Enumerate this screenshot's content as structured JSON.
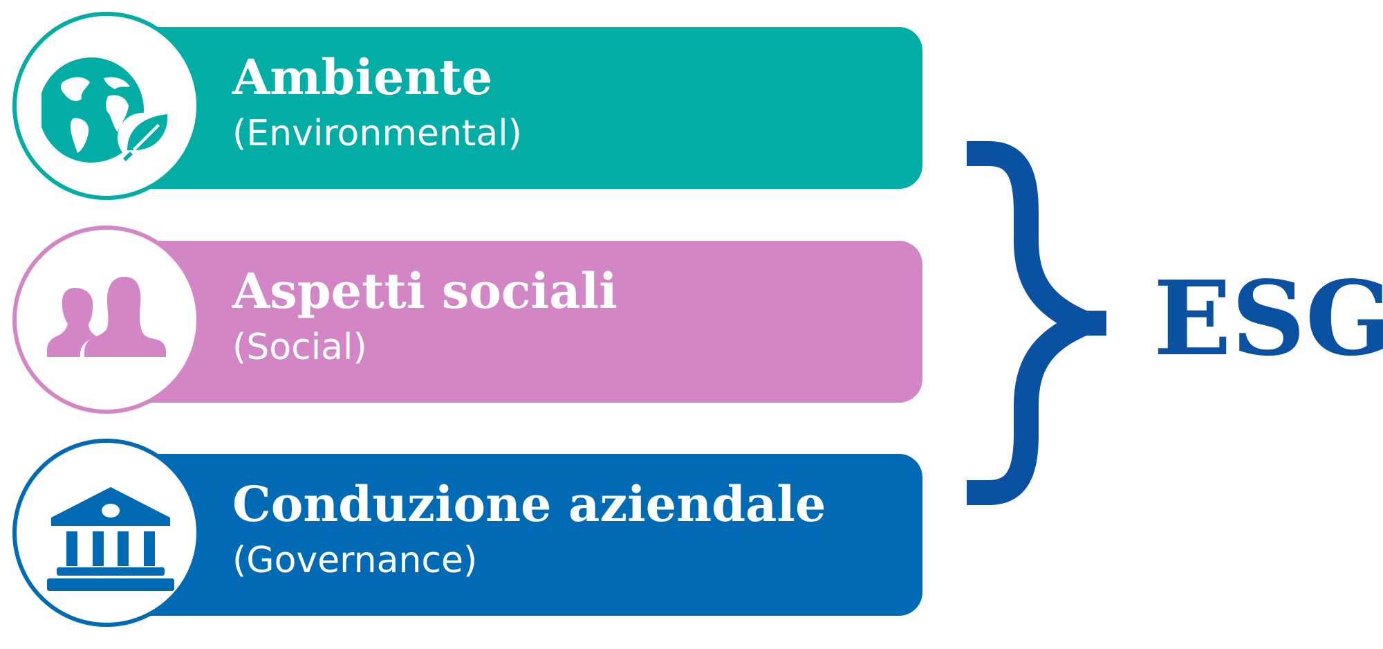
{
  "pillars": [
    {
      "title": "Ambiente",
      "subtitle": "(Environmental)",
      "color": "#02ada6",
      "icon": "globe-leaf-icon"
    },
    {
      "title": "Aspetti sociali",
      "subtitle": "(Social)",
      "color": "#d386c6",
      "icon": "people-icon"
    },
    {
      "title": "Conduzione aziendale",
      "subtitle": "(Governance)",
      "color": "#006ab5",
      "icon": "institution-building-icon"
    }
  ],
  "summary": {
    "label": "ESG",
    "color": "#0a51a1"
  }
}
